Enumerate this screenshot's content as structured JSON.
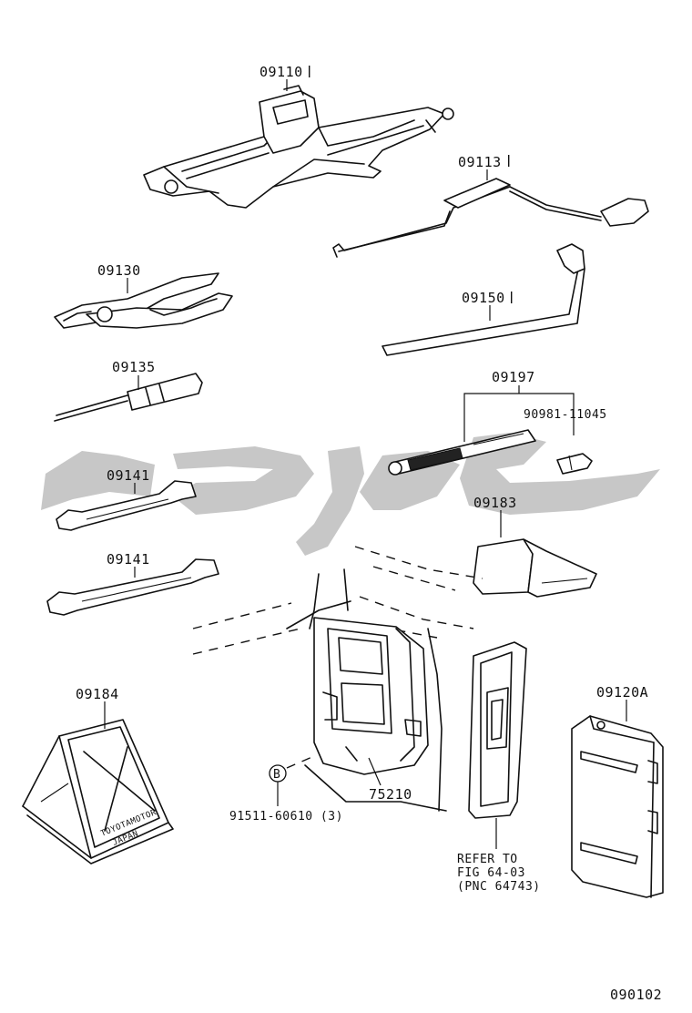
{
  "parts": {
    "jack": "09110",
    "jack_handle": "09113",
    "pliers": "09130",
    "screwdriver": "09135",
    "wrench_small": "09141",
    "wrench_large": "09141",
    "lug_wrench": "09150",
    "tool_set": "09197",
    "bulb_part_no": "90981-11045",
    "tool_bag": "09183",
    "warning_triangle": "09184",
    "tray": "75210",
    "bolt_part_no": "91511-60610 (3)",
    "bolt_callout": "B",
    "manual_case": "09120A"
  },
  "reference": {
    "line1": "REFER TO",
    "line2": "FIG 64-03",
    "line3": "(PNC 64743)"
  },
  "triangle_stamp": {
    "line1": "TOYOTAMOTOR",
    "line2": "JAPAN"
  },
  "figure_id": "090102"
}
